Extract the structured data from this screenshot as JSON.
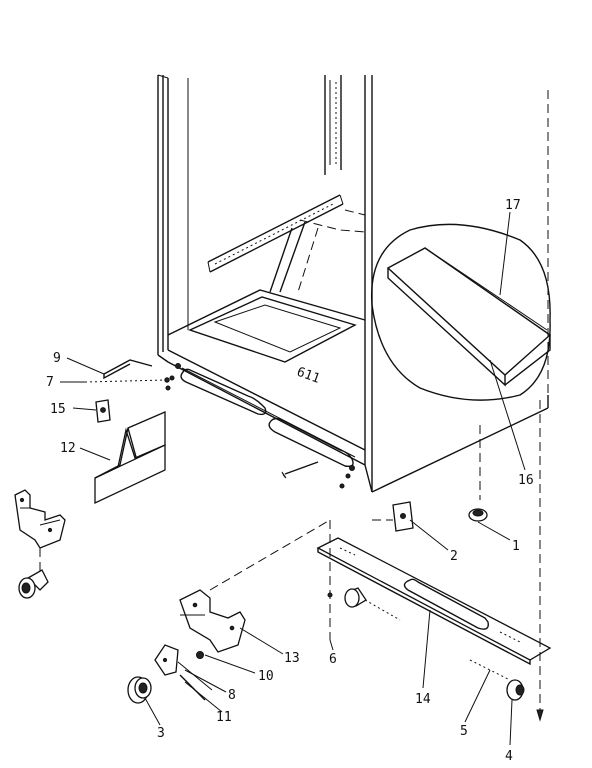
{
  "callouts": {
    "c1": "1",
    "c2": "2",
    "c3": "3",
    "c4": "4",
    "c5": "5",
    "c6": "6",
    "c7": "7",
    "c8": "8",
    "c9": "9",
    "c10": "10",
    "c11": "11",
    "c12": "12",
    "c13": "13",
    "c14": "14",
    "c15": "15",
    "c16": "16",
    "c17": "17"
  },
  "cabinet_stamp": "611"
}
